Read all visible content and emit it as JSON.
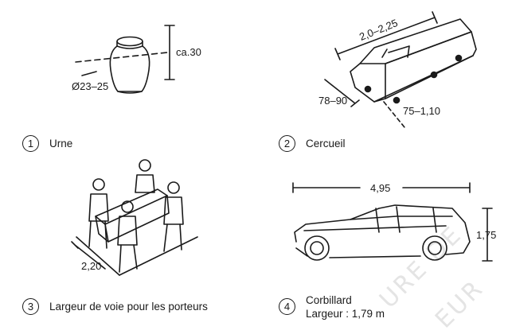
{
  "items": [
    {
      "number": "1",
      "name": "Urne",
      "dims": {
        "diameter": "Ø23–25",
        "height": "ca.30"
      }
    },
    {
      "number": "2",
      "name": "Cercueil",
      "dims": {
        "length": "2,0–2,25",
        "height": "78–90",
        "width": "75–1,10"
      }
    },
    {
      "number": "3",
      "name": "Largeur de voie pour les porteurs",
      "dims": {
        "width": "2,20"
      }
    },
    {
      "number": "4",
      "name": "Corbillard",
      "subtitle": "Largeur : 1,79 m",
      "dims": {
        "length": "4,95",
        "height": "1,75"
      }
    }
  ],
  "watermark": [
    "URE DE",
    "EUR"
  ]
}
